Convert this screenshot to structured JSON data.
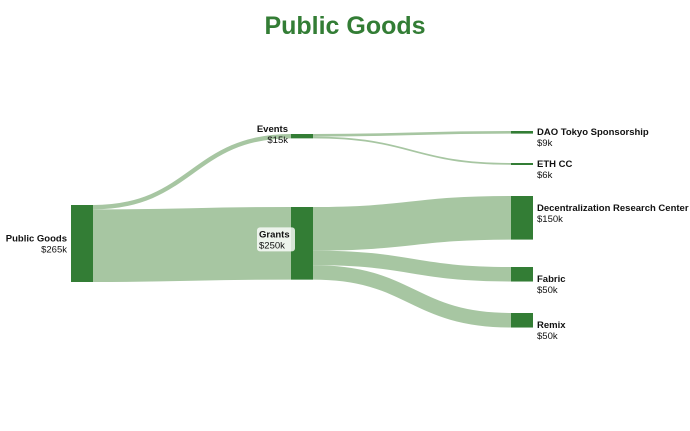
{
  "title": "Public Goods",
  "colors": {
    "node": "#337d35",
    "link": "#a7c6a2",
    "title": "#337d35",
    "label_bg": "#ffffff"
  },
  "chart_data": {
    "type": "sankey",
    "title": "Public Goods",
    "nodes": [
      {
        "id": "public-goods",
        "name": "Public Goods",
        "value_label": "$265k",
        "value": 265
      },
      {
        "id": "events",
        "name": "Events",
        "value_label": "$15k",
        "value": 15
      },
      {
        "id": "grants",
        "name": "Grants",
        "value_label": "$250k",
        "value": 250
      },
      {
        "id": "dao-tokyo",
        "name": "DAO Tokyo Sponsorship",
        "value_label": "$9k",
        "value": 9
      },
      {
        "id": "eth-cc",
        "name": "ETH CC",
        "value_label": "$6k",
        "value": 6
      },
      {
        "id": "drc",
        "name": "Decentralization Research Center",
        "value_label": "$150k",
        "value": 150
      },
      {
        "id": "fabric",
        "name": "Fabric",
        "value_label": "$50k",
        "value": 50
      },
      {
        "id": "remix",
        "name": "Remix",
        "value_label": "$50k",
        "value": 50
      }
    ],
    "links": [
      {
        "source": "public-goods",
        "target": "events",
        "value": 15
      },
      {
        "source": "public-goods",
        "target": "grants",
        "value": 250
      },
      {
        "source": "events",
        "target": "dao-tokyo",
        "value": 9
      },
      {
        "source": "events",
        "target": "eth-cc",
        "value": 6
      },
      {
        "source": "grants",
        "target": "drc",
        "value": 150
      },
      {
        "source": "grants",
        "target": "fabric",
        "value": 50
      },
      {
        "source": "grants",
        "target": "remix",
        "value": 50
      }
    ]
  }
}
